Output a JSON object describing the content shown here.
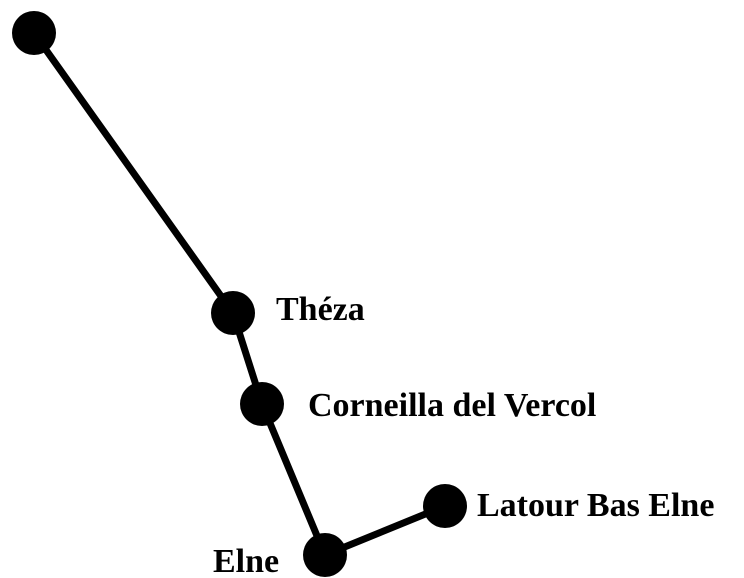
{
  "map": {
    "colors": {
      "line": "#000000",
      "stop": "#000000",
      "background": "#ffffff"
    },
    "stops": [
      {
        "id": "north-terminus",
        "label": ""
      },
      {
        "id": "theza",
        "label": "Théza"
      },
      {
        "id": "corneilla-del-vercol",
        "label": "Corneilla del Vercol"
      },
      {
        "id": "elne",
        "label": "Elne"
      },
      {
        "id": "latour-bas-elne",
        "label": "Latour Bas Elne"
      }
    ]
  }
}
